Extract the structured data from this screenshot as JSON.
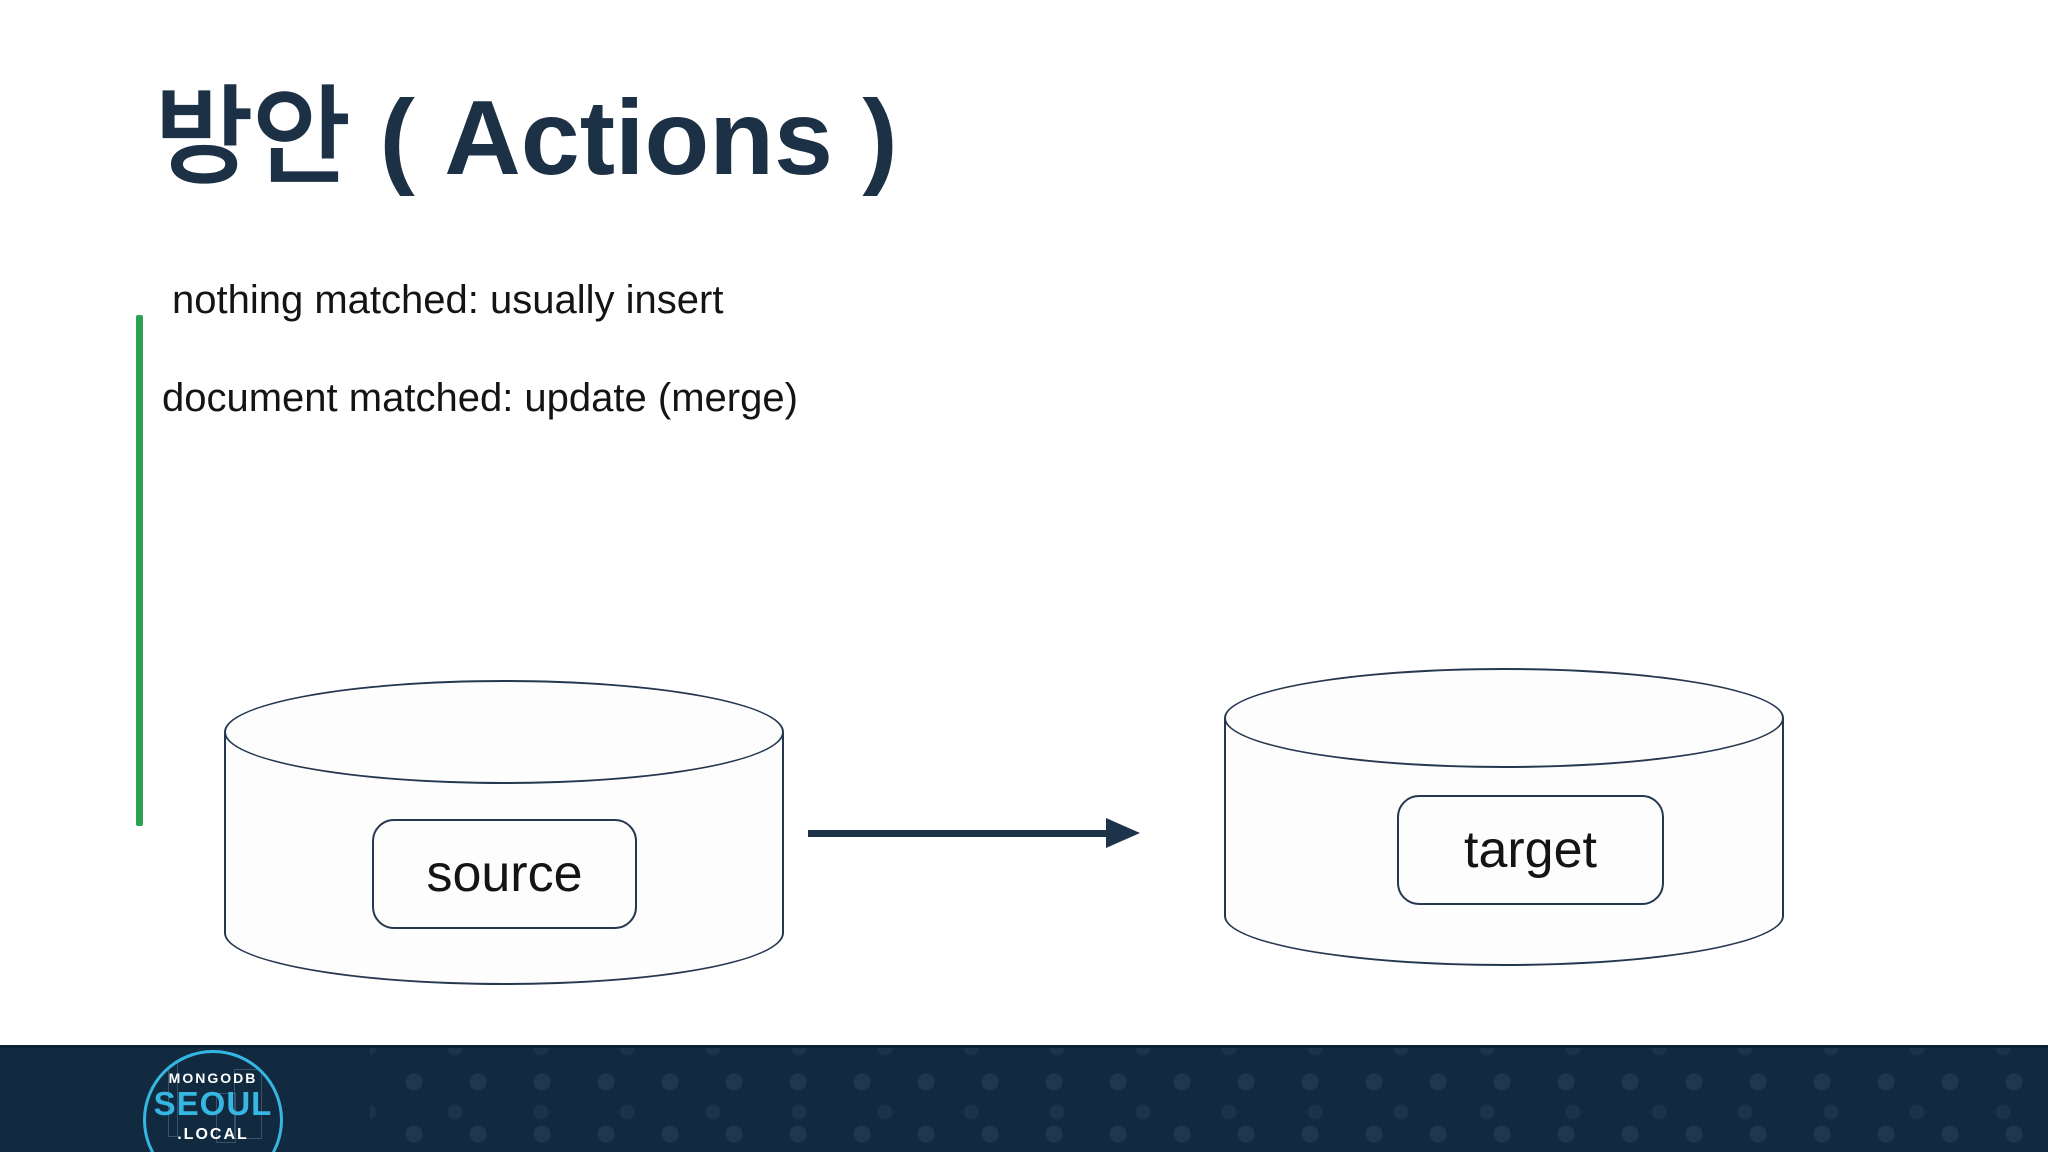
{
  "slide": {
    "title": "방안 ( Actions )",
    "bullets": [
      "nothing matched: usually insert",
      "document matched: update (merge)"
    ],
    "diagram": {
      "source_label": "source",
      "target_label": "target",
      "flow": "source -> target"
    },
    "footer": {
      "brand_line1": "MONGODB",
      "brand_line2": "SEOUL",
      "brand_line3": ".LOCAL"
    },
    "colors": {
      "title_navy": "#1C3145",
      "accent_green": "#2AA251",
      "outline_navy": "#263850",
      "arrow_navy": "#1D3349",
      "footer_navy": "#112A40",
      "brand_cyan": "#36B6E2",
      "text_black": "#141414",
      "background": "#FFFFFF"
    }
  }
}
